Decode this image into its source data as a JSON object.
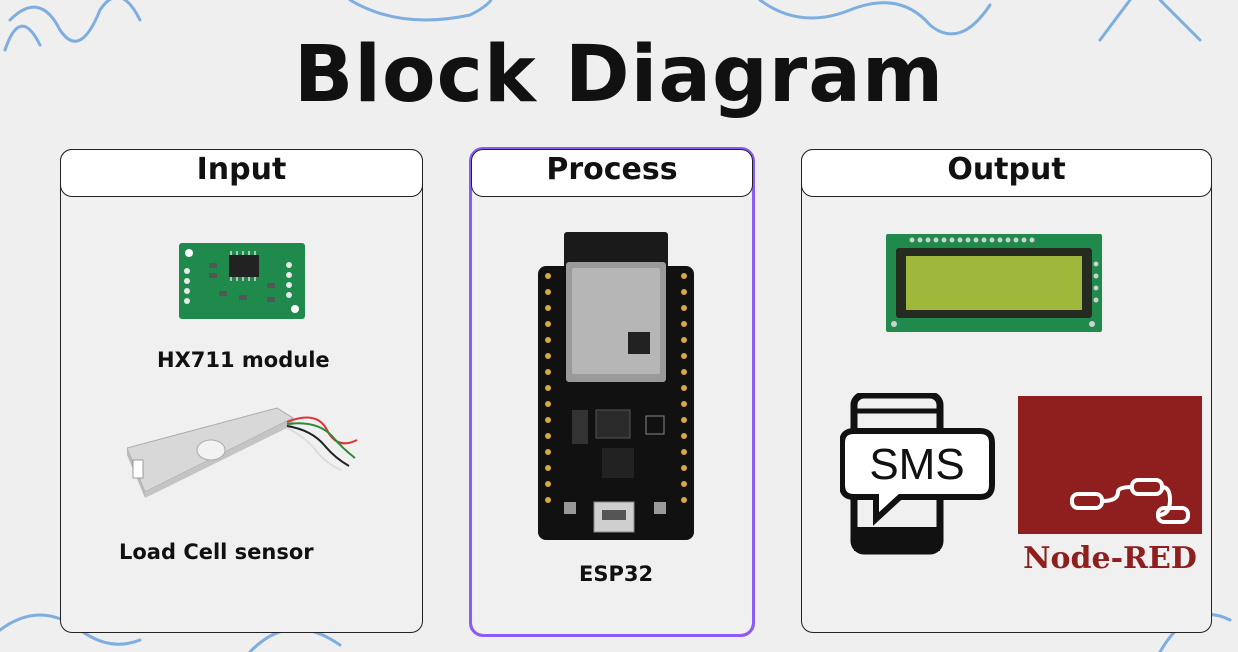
{
  "title": "Block Diagram",
  "panels": [
    {
      "header": "Input",
      "items": [
        {
          "label": "HX711 module"
        },
        {
          "label": "Load Cell sensor"
        }
      ]
    },
    {
      "header": "Process",
      "items": [
        {
          "label": "ESP32"
        }
      ]
    },
    {
      "header": "Output",
      "items": [
        {
          "label": "SMS"
        },
        {
          "label": "Node-RED"
        }
      ]
    }
  ],
  "colors": {
    "accent_selection": "#8b5cf6",
    "pcb_green": "#1f8a4c",
    "node_red": "#8f1e1e",
    "scribble_blue": "#7eaee0"
  }
}
